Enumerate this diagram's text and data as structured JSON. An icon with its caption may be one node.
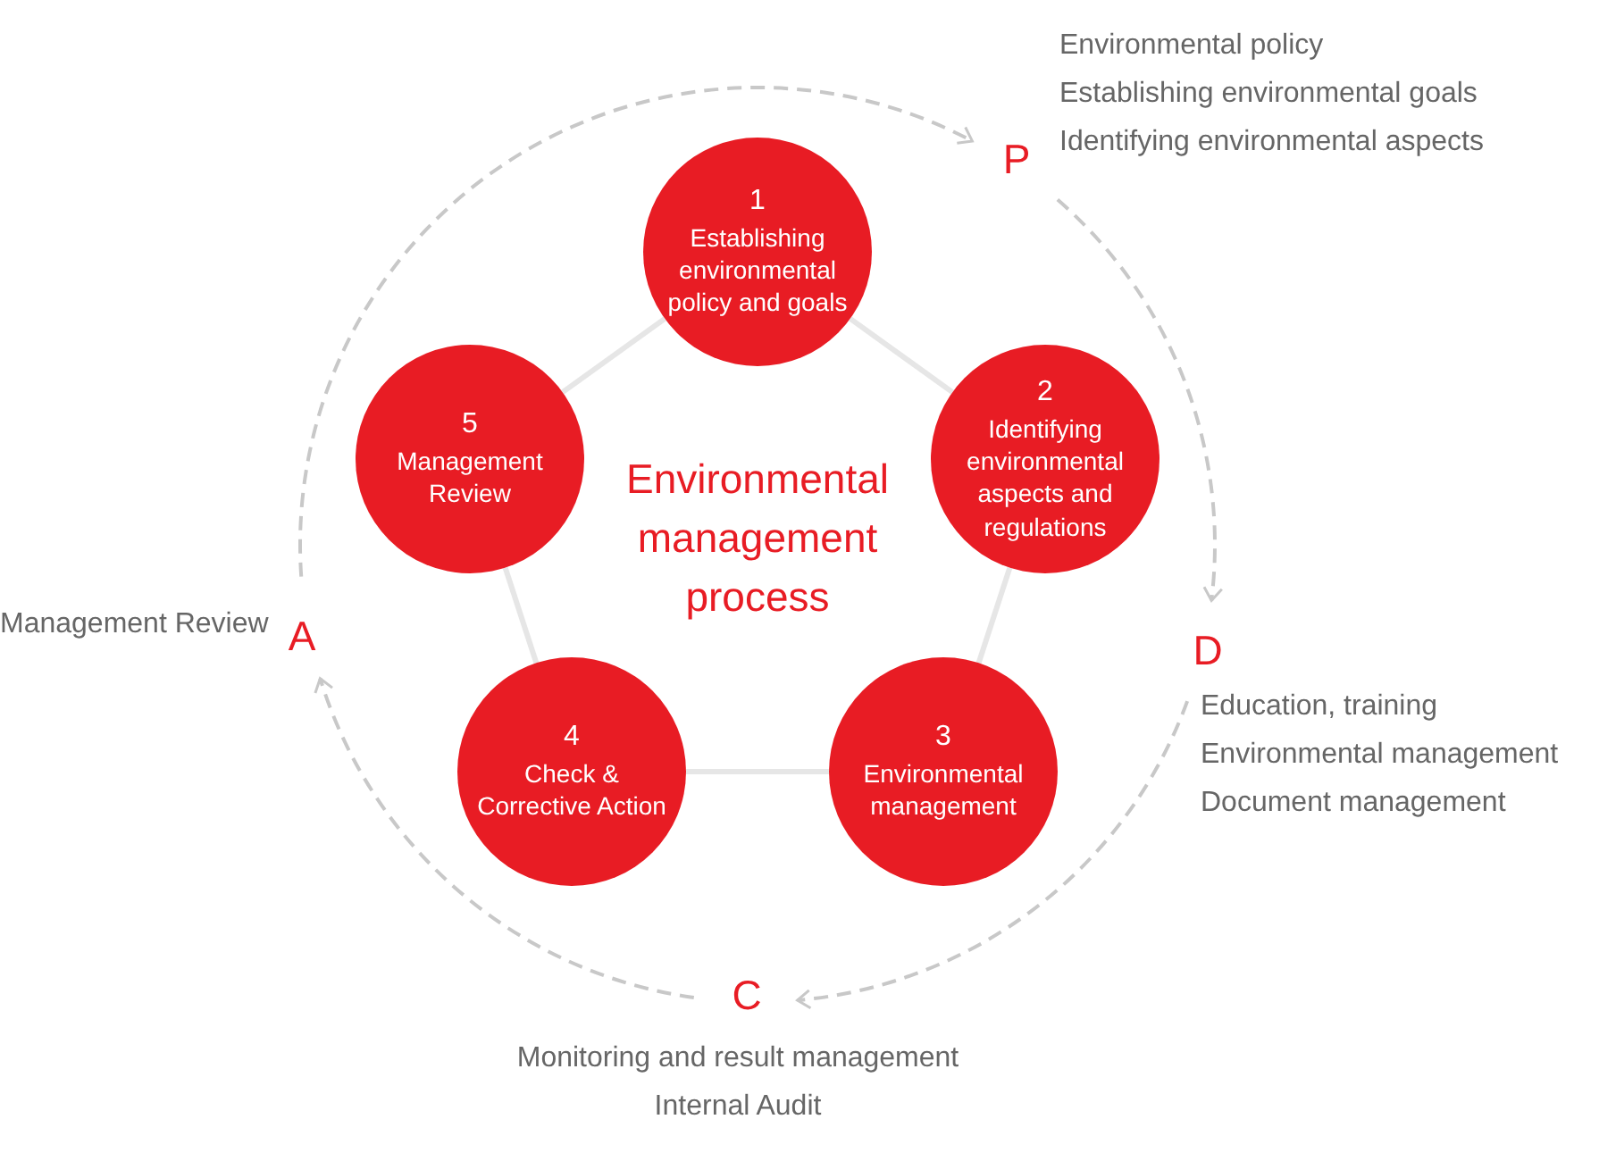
{
  "diagram": {
    "title": "Environmental management process",
    "nodes": [
      {
        "text": [
          "1",
          "Establishing environmental policy and goals"
        ]
      },
      {
        "text": [
          "2",
          "Identifying environmental aspects and regulations"
        ]
      },
      {
        "text": [
          "3",
          "Environmental management"
        ]
      },
      {
        "text": [
          "4",
          "Check & Corrective Action"
        ]
      },
      {
        "text": [
          "5",
          "Management Review"
        ]
      },
      {
        "text": [
          "P"
        ],
        "beside": [
          "Environmental policy",
          "Establishing environmental goals",
          "Identifying environmental aspects"
        ]
      },
      {
        "text": [
          "D"
        ],
        "beside": [
          "Education, training",
          "Environmental management",
          "Document management"
        ]
      },
      {
        "text": [
          "C"
        ],
        "beside": [
          "Monitoring and result management",
          "Internal Audit"
        ]
      },
      {
        "text": [
          "A"
        ],
        "beside": [
          "Management Review"
        ]
      }
    ],
    "edges": [
      {
        "from": 0,
        "to": 1,
        "arrow": "none"
      },
      {
        "from": 1,
        "to": 2,
        "arrow": "none"
      },
      {
        "from": 2,
        "to": 3,
        "arrow": "none"
      },
      {
        "from": 3,
        "to": 4,
        "arrow": "none"
      },
      {
        "from": 4,
        "to": 0,
        "arrow": "none"
      },
      {
        "from": 8,
        "to": 5,
        "arrow": "to",
        "style": "dashed",
        "color": "#c8c8c8"
      },
      {
        "from": 5,
        "to": 6,
        "arrow": "to",
        "style": "dashed",
        "color": "#c8c8c8"
      },
      {
        "from": 6,
        "to": 7,
        "arrow": "to",
        "style": "dashed",
        "color": "#c8c8c8"
      },
      {
        "from": 7,
        "to": 8,
        "arrow": "to",
        "style": "dashed",
        "color": "#c8c8c8"
      }
    ]
  }
}
